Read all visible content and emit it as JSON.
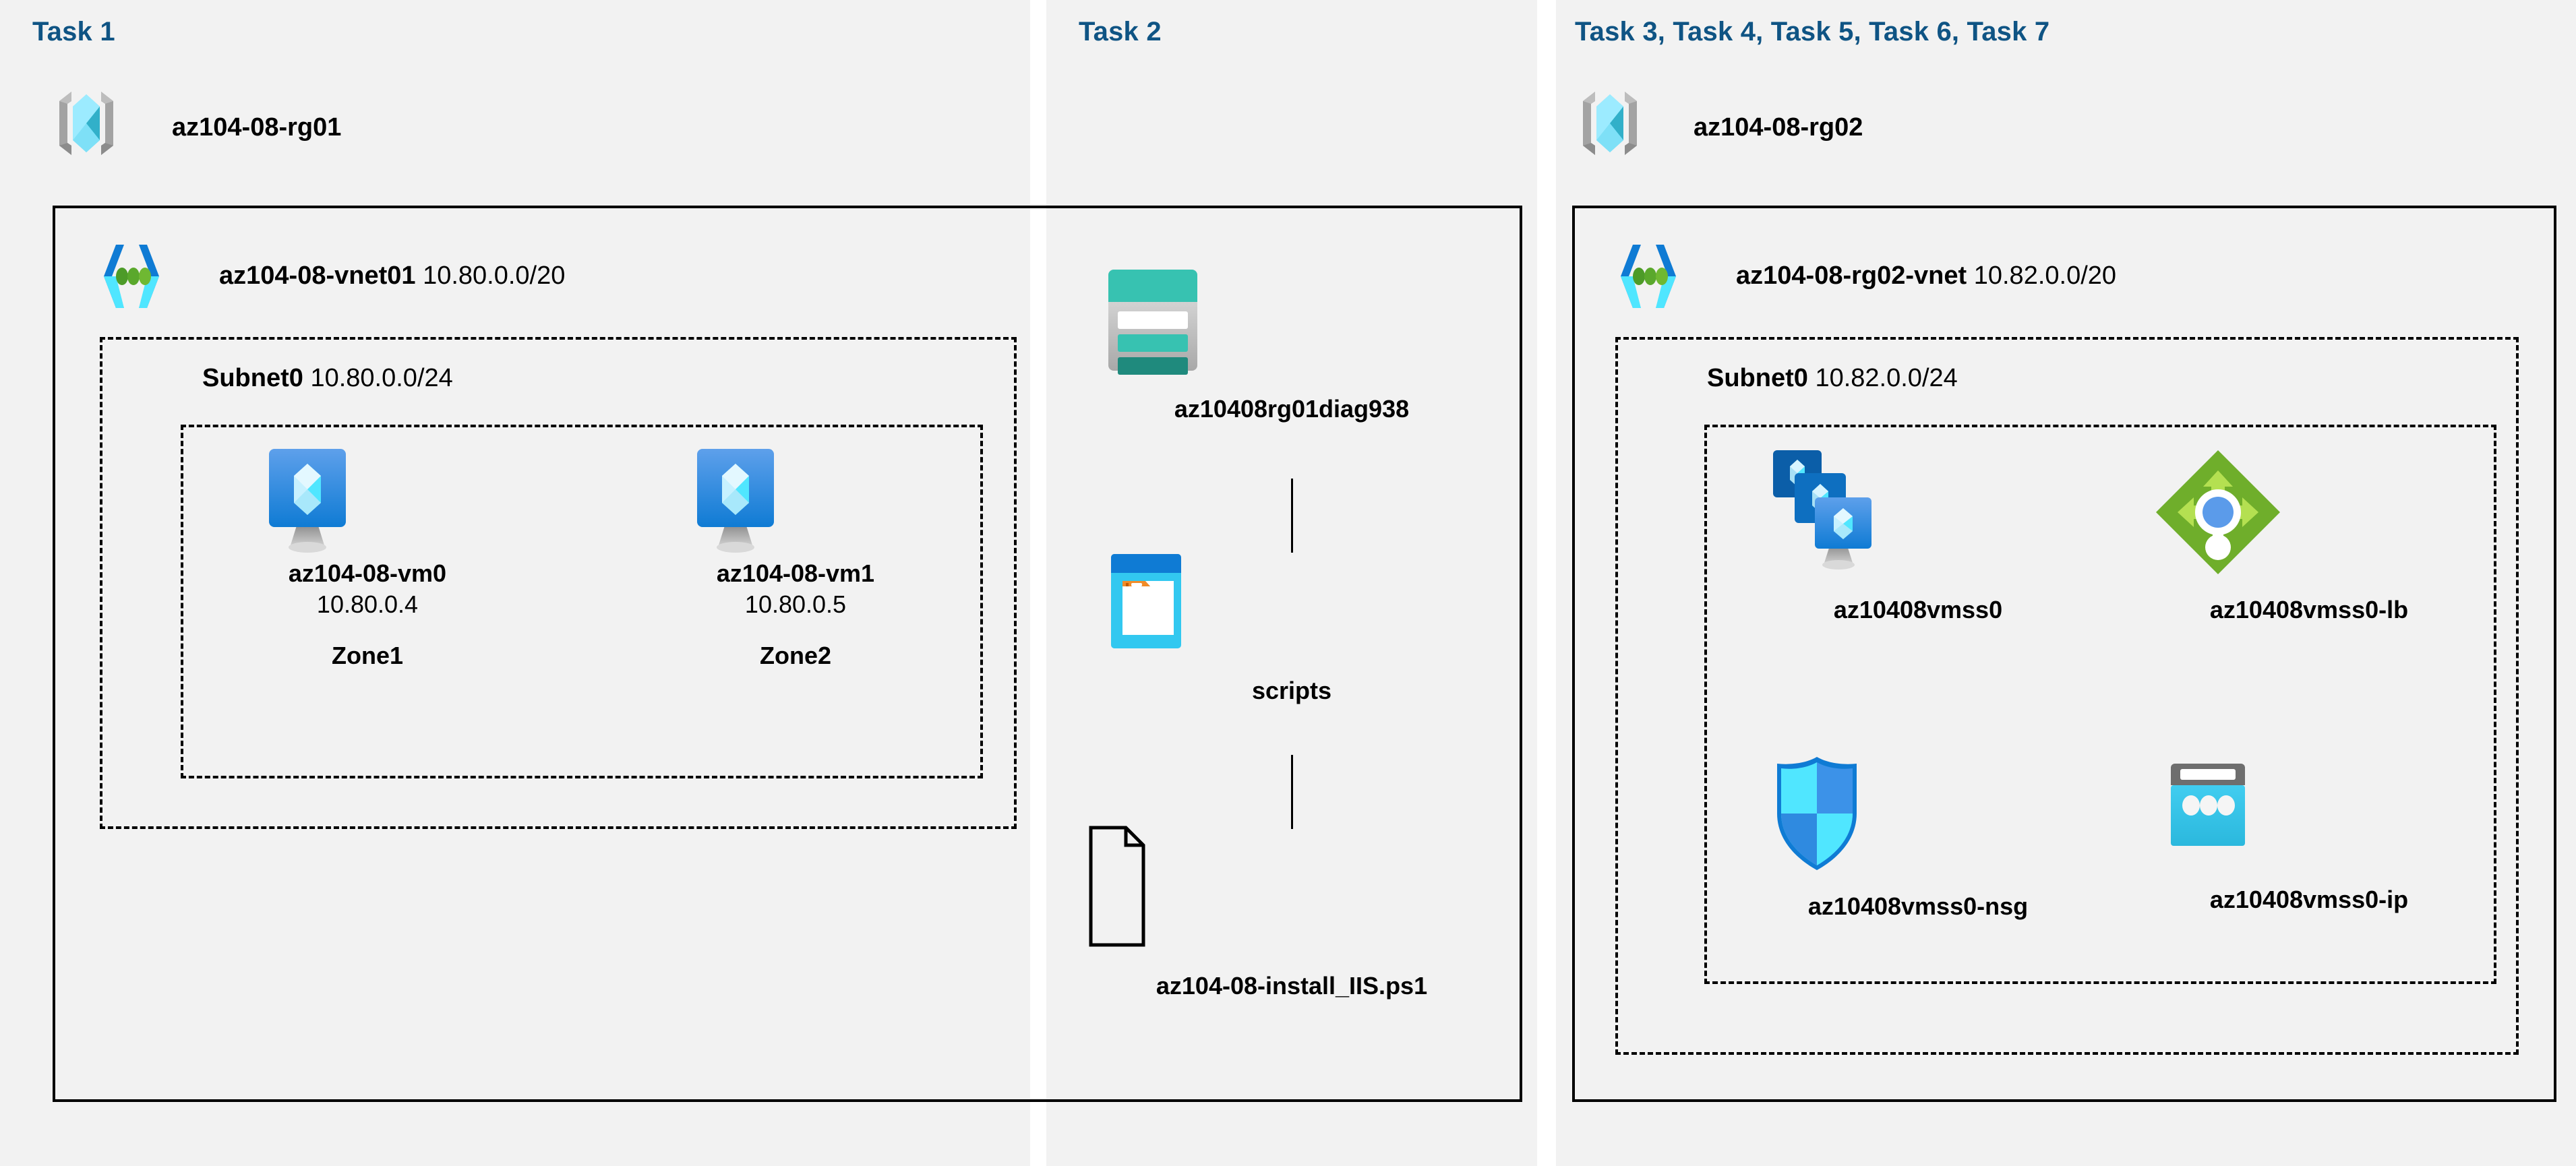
{
  "diagram": {
    "title_color": "#0f5484",
    "panel_bg": "#f2f2f2",
    "line_color": "#000000"
  },
  "columns": [
    {
      "id": "task1",
      "title": "Task 1",
      "resource_group": {
        "name": "az104-08-rg01",
        "icon": "resource-group-icon"
      },
      "vnet": {
        "name": "az104-08-vnet01",
        "cidr": "10.80.0.0/20",
        "icon": "virtual-network-icon"
      },
      "subnet": {
        "name": "Subnet0",
        "cidr": "10.80.0.0/24"
      },
      "vms": [
        {
          "name": "az104-08-vm0",
          "ip": "10.80.0.4",
          "zone": "Zone1",
          "icon": "virtual-machine-icon"
        },
        {
          "name": "az104-08-vm1",
          "ip": "10.80.0.5",
          "zone": "Zone2",
          "icon": "virtual-machine-icon"
        }
      ]
    },
    {
      "id": "task2",
      "title": "Task 2",
      "items": [
        {
          "name": "az10408rg01diag938",
          "icon": "storage-account-icon"
        },
        {
          "name": "scripts",
          "icon": "blob-container-icon"
        },
        {
          "name": "az104-08-install_IIS.ps1",
          "icon": "file-icon"
        }
      ]
    },
    {
      "id": "task3to7",
      "title": "Task 3, Task 4, Task 5, Task 6, Task 7",
      "resource_group": {
        "name": "az104-08-rg02",
        "icon": "resource-group-icon"
      },
      "vnet": {
        "name": "az104-08-rg02-vnet",
        "cidr": "10.82.0.0/20",
        "icon": "virtual-network-icon"
      },
      "subnet": {
        "name": "Subnet0",
        "cidr": "10.82.0.0/24"
      },
      "resources": [
        {
          "name": "az10408vmss0",
          "icon": "vm-scale-set-icon"
        },
        {
          "name": "az10408vmss0-lb",
          "icon": "load-balancer-icon"
        },
        {
          "name": "az10408vmss0-nsg",
          "icon": "network-security-group-icon"
        },
        {
          "name": "az10408vmss0-ip",
          "icon": "public-ip-address-icon"
        }
      ]
    }
  ],
  "colors": {
    "azure_blue": "#0078d4",
    "cyan": "#32c8f0",
    "light_cyan": "#9cebff",
    "teal": "#37c2b1",
    "dark_teal": "#1f8a7d",
    "green": "#6fae2b",
    "light_green": "#b4e051",
    "orange": "#f28c28",
    "gray": "#949494"
  }
}
